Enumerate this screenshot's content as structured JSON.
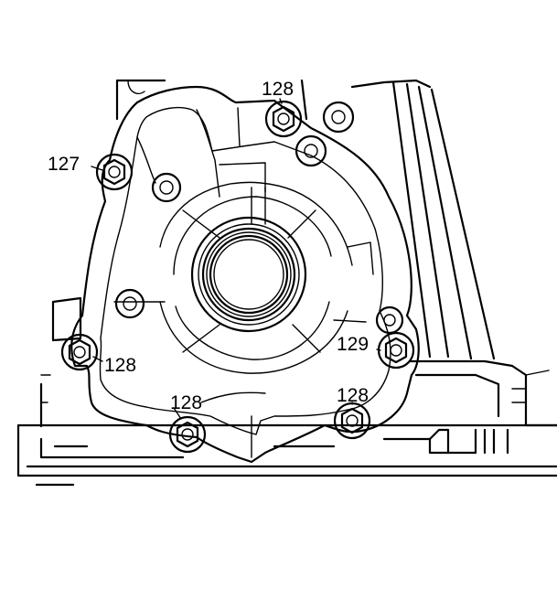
{
  "callouts": {
    "c127": "127",
    "c128_top": "128",
    "c128_left": "128",
    "c128_bottom_left": "128",
    "c128_bottom_right": "128",
    "c129": "129"
  },
  "colors": {
    "line": "#000000",
    "background": "#ffffff"
  }
}
